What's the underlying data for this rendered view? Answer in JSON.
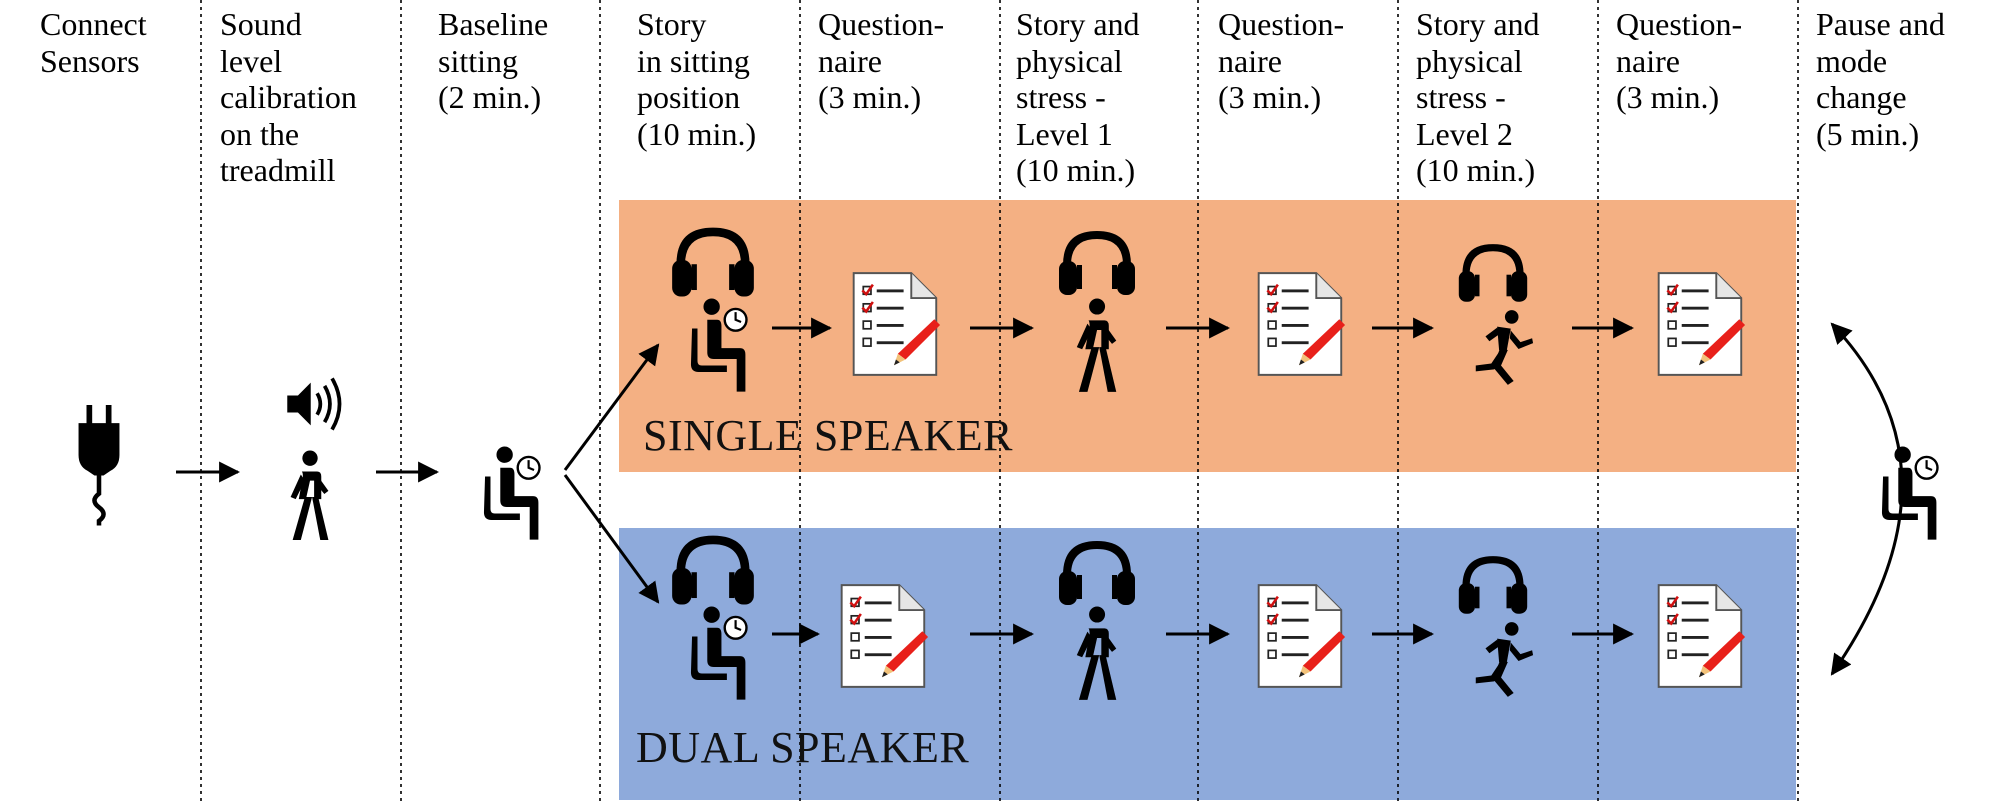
{
  "columns": [
    {
      "label": "Connect\nSensors"
    },
    {
      "label": "Sound\nlevel\ncalibration\non the\ntreadmill"
    },
    {
      "label": "Baseline\nsitting\n(2 min.)"
    },
    {
      "label": "Story\nin sitting\nposition\n(10 min.)"
    },
    {
      "label": "Question-\nnaire\n(3 min.)"
    },
    {
      "label": "Story and\nphysical\nstress -\nLevel 1\n(10 min.)"
    },
    {
      "label": "Question-\nnaire\n(3 min.)"
    },
    {
      "label": "Story and\nphysical\nstress -\nLevel 2\n(10 min.)"
    },
    {
      "label": "Question-\nnaire\n(3 min.)"
    },
    {
      "label": "Pause and\nmode\nchange\n(5 min.)"
    }
  ],
  "bands": {
    "single": {
      "label": "SINGLE SPEAKER",
      "color": "#f4b083"
    },
    "dual": {
      "label": "DUAL SPEAKER",
      "color": "#8eaadb"
    }
  },
  "icons": [
    "plug-icon",
    "speaker-icon",
    "walking-person-icon",
    "seated-person-clock-icon",
    "headphones-icon",
    "questionnaire-icon",
    "running-person-icon",
    "arrow-icon"
  ]
}
